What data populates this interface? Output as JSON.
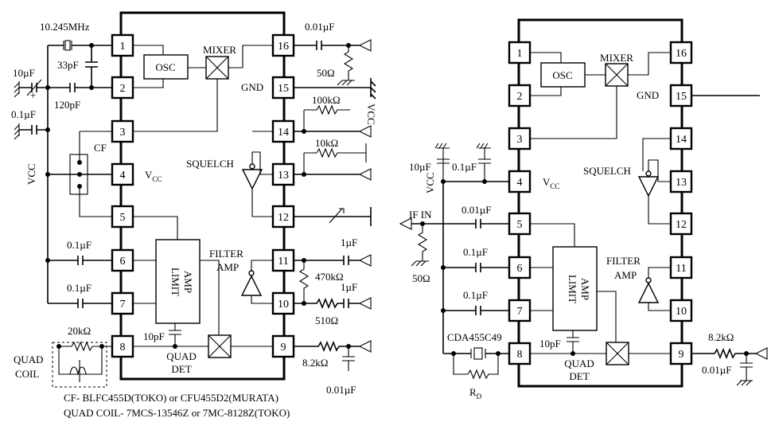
{
  "left": {
    "pins": [
      "1",
      "2",
      "3",
      "4",
      "5",
      "6",
      "7",
      "8",
      "16",
      "15",
      "14",
      "13",
      "12",
      "11",
      "10",
      "9"
    ],
    "osc": "OSC",
    "mixer": "MIXER",
    "gnd": "GND",
    "vcc_pin": "V",
    "vcc_sub": "CC",
    "vcc_rail": "VCC",
    "squelch": "SQUELCH",
    "filter": "FILTER",
    "amp": "AMP",
    "limit1": "LIMIT",
    "limit2": "AMP",
    "quad": "QUAD",
    "det": "DET",
    "cf": "CF",
    "quad_coil1": "QUAD",
    "quad_coil2": "COIL",
    "xtal": "10.245MHz",
    "c33": "33pF",
    "c120": "120pF",
    "c10u": "10µF",
    "c01u_top": "0.1µF",
    "c001_16": "0.01µF",
    "r50": "50Ω",
    "r100k": "100kΩ",
    "vcc_right": "VCC",
    "r10k": "10kΩ",
    "c1u_a": "1µF",
    "r470k": "470kΩ",
    "c1u_b": "1µF",
    "r510": "510Ω",
    "c01u_6": "0.1µF",
    "c01u_7": "0.1µF",
    "r20k": "20kΩ",
    "c10p": "10pF",
    "r82k": "8.2kΩ",
    "c001_9": "0.01µF",
    "note1": "CF- BLFC455D(TOKO) or CFU455D2(MURATA)",
    "note2": "QUAD COIL- 7MCS-13546Z or 7MC-8128Z(TOKO)"
  },
  "right": {
    "pins": [
      "1",
      "2",
      "3",
      "4",
      "5",
      "6",
      "7",
      "8",
      "16",
      "15",
      "14",
      "13",
      "12",
      "11",
      "10",
      "9"
    ],
    "osc": "OSC",
    "mixer": "MIXER",
    "gnd": "GND",
    "vcc_pin": "V",
    "vcc_sub": "CC",
    "vcc_rail": "VCC",
    "squelch": "SQUELCH",
    "filter": "FILTER",
    "amp": "AMP",
    "limit1": "LIMIT",
    "limit2": "AMP",
    "quad": "QUAD",
    "det": "DET",
    "c10u": "10µF",
    "c01u_4": "0.1µF",
    "if_in": "IF IN",
    "c001_5": "0.01µF",
    "r50": "50Ω",
    "c01u_6": "0.1µF",
    "c01u_7": "0.1µF",
    "cda": "CDA455C49",
    "c10p": "10pF",
    "rd": "R",
    "rd_sub": "D",
    "r82k": "8.2kΩ",
    "c001_9": "0.01µF"
  }
}
